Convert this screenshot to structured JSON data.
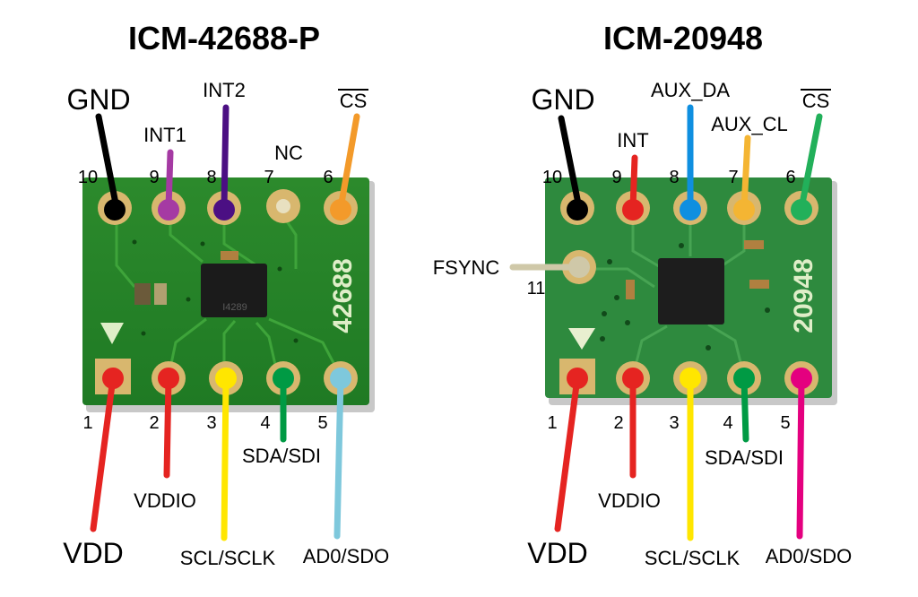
{
  "boards": [
    {
      "title": "ICM-42688-P",
      "silkscreen": "42688",
      "chip_marking": "I4289",
      "labels": {
        "gnd": "GND",
        "int1": "INT1",
        "int2": "INT2",
        "nc": "NC",
        "cs": "CS",
        "vdd": "VDD",
        "vddio": "VDDIO",
        "scl": "SCL/SCLK",
        "sda": "SDA/SDI",
        "ad0": "AD0/SDO"
      },
      "pin_numbers": [
        "1",
        "2",
        "3",
        "4",
        "5",
        "6",
        "7",
        "8",
        "9",
        "10"
      ],
      "pin_colors": {
        "p1": "#e52421",
        "p2": "#e52421",
        "p3": "#ffe600",
        "p4": "#009a44",
        "p5": "#7ec8dc",
        "p6": "#f39a2a",
        "p7": "none",
        "p8": "#4b0f83",
        "p9": "#a53aa3",
        "p10": "#000000"
      }
    },
    {
      "title": "ICM-20948",
      "silkscreen": "20948",
      "labels": {
        "gnd": "GND",
        "int": "INT",
        "aux_da": "AUX_DA",
        "aux_cl": "AUX_CL",
        "cs": "CS",
        "fsync": "FSYNC",
        "vdd": "VDD",
        "vddio": "VDDIO",
        "scl": "SCL/SCLK",
        "sda": "SDA/SDI",
        "ad0": "AD0/SDO"
      },
      "pin_numbers": [
        "1",
        "2",
        "3",
        "4",
        "5",
        "6",
        "7",
        "8",
        "9",
        "10",
        "11"
      ],
      "pin_colors": {
        "p1": "#e52421",
        "p2": "#e52421",
        "p3": "#ffe600",
        "p4": "#009a44",
        "p5": "#e4007f",
        "p6": "#22b05a",
        "p7": "#f4b533",
        "p8": "#0f8fe0",
        "p9": "#e52421",
        "p10": "#000000",
        "p11": "#cfc8a8"
      }
    }
  ]
}
